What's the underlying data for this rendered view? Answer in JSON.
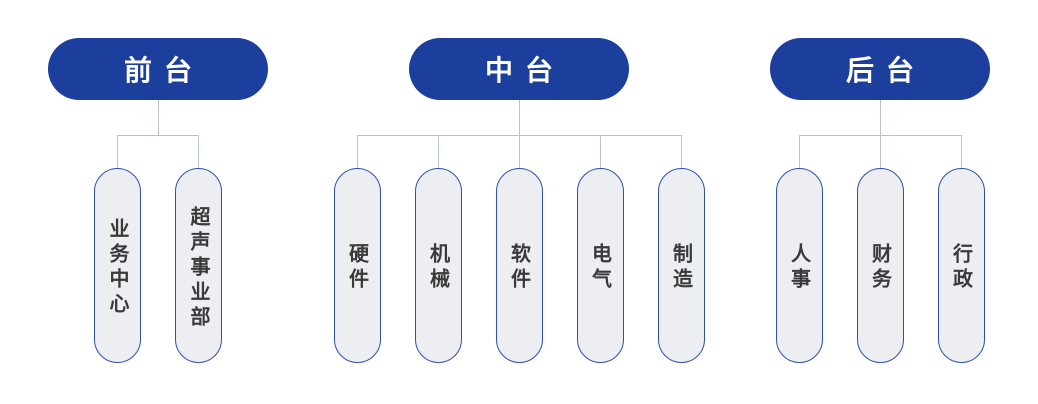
{
  "colors": {
    "header_pill_bg": "#1c3e9c",
    "header_text": "#ffffff",
    "child_pill_bg": "#eceef2",
    "child_pill_border": "#2e51b0",
    "child_text": "#3a3a3c",
    "connector_line": "#b6c1da",
    "background": "#ffffff"
  },
  "orgchart": {
    "groups": [
      {
        "name": "前台",
        "children": [
          "业务中心",
          "超声事业部"
        ]
      },
      {
        "name": "中台",
        "children": [
          "硬件",
          "机械",
          "软件",
          "电气",
          "制造"
        ]
      },
      {
        "name": "后台",
        "children": [
          "人事",
          "财务",
          "行政"
        ]
      }
    ]
  }
}
